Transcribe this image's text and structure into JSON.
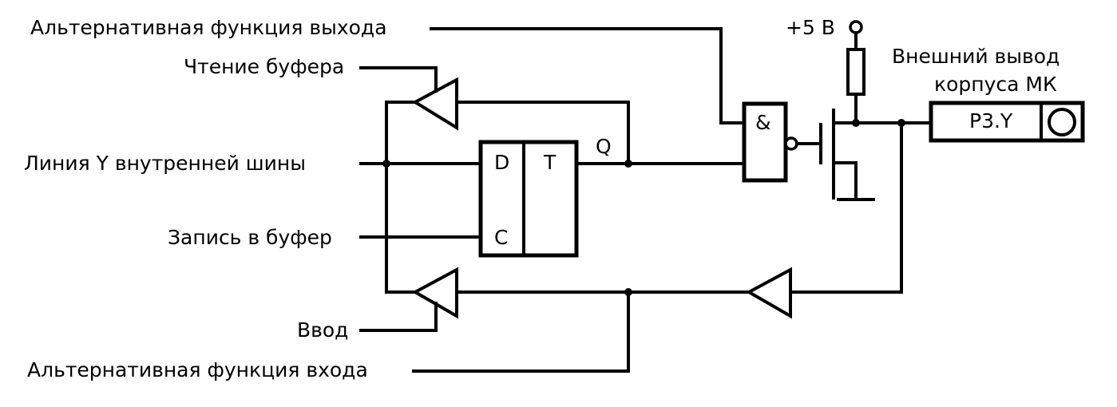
{
  "labels": {
    "alt_output": "Альтернативная функция выхода",
    "read_buffer": "Чтение буфера",
    "bus_line": "Линия Y внутренней шины",
    "write_buffer": "Запись в буфер",
    "input": "Ввод",
    "alt_input": "Альтернативная функция входа",
    "supply": "+5 В",
    "ext_pin_1": "Внешний вывод",
    "ext_pin_2": "корпуса МК",
    "pin_name": "P3.Y"
  },
  "glyphs": {
    "flipflop_d": "D",
    "flipflop_t": "T",
    "flipflop_c": "C",
    "flipflop_q": "Q",
    "and_gate": "&"
  }
}
